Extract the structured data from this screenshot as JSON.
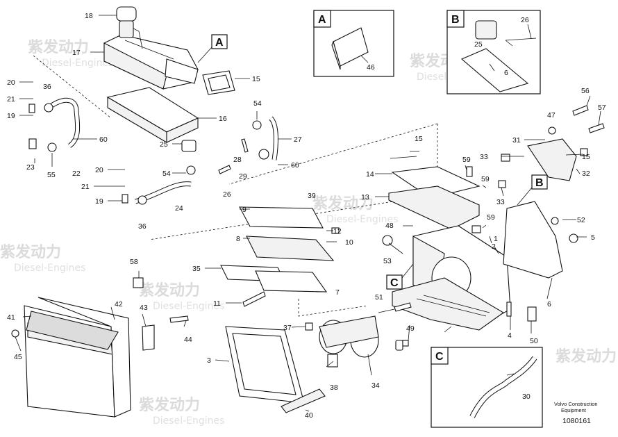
{
  "watermark": {
    "cn": "紫发动力",
    "en": "Diesel-Engines"
  },
  "detail_tags": {
    "a": "A",
    "b": "B",
    "c": "C"
  },
  "footer": {
    "brand": "Volvo Construction",
    "subtitle": "Equipment",
    "diagram_id": "1080161"
  },
  "part_labels": [
    "18",
    "17",
    "15",
    "16",
    "20",
    "21",
    "19",
    "36",
    "60",
    "23",
    "55",
    "22",
    "20",
    "21",
    "19",
    "24",
    "36",
    "25",
    "54",
    "26",
    "54",
    "27",
    "28",
    "29",
    "60",
    "46",
    "26",
    "25",
    "6",
    "56",
    "57",
    "47",
    "31",
    "33",
    "15",
    "32",
    "33",
    "59",
    "59",
    "59",
    "15",
    "14",
    "13",
    "39",
    "9",
    "12",
    "10",
    "8",
    "35",
    "7",
    "11",
    "48",
    "1",
    "2",
    "52",
    "5",
    "53",
    "6",
    "51",
    "49",
    "4",
    "50",
    "37",
    "34",
    "38",
    "3",
    "40",
    "58",
    "42",
    "43",
    "41",
    "44",
    "45",
    "30"
  ]
}
